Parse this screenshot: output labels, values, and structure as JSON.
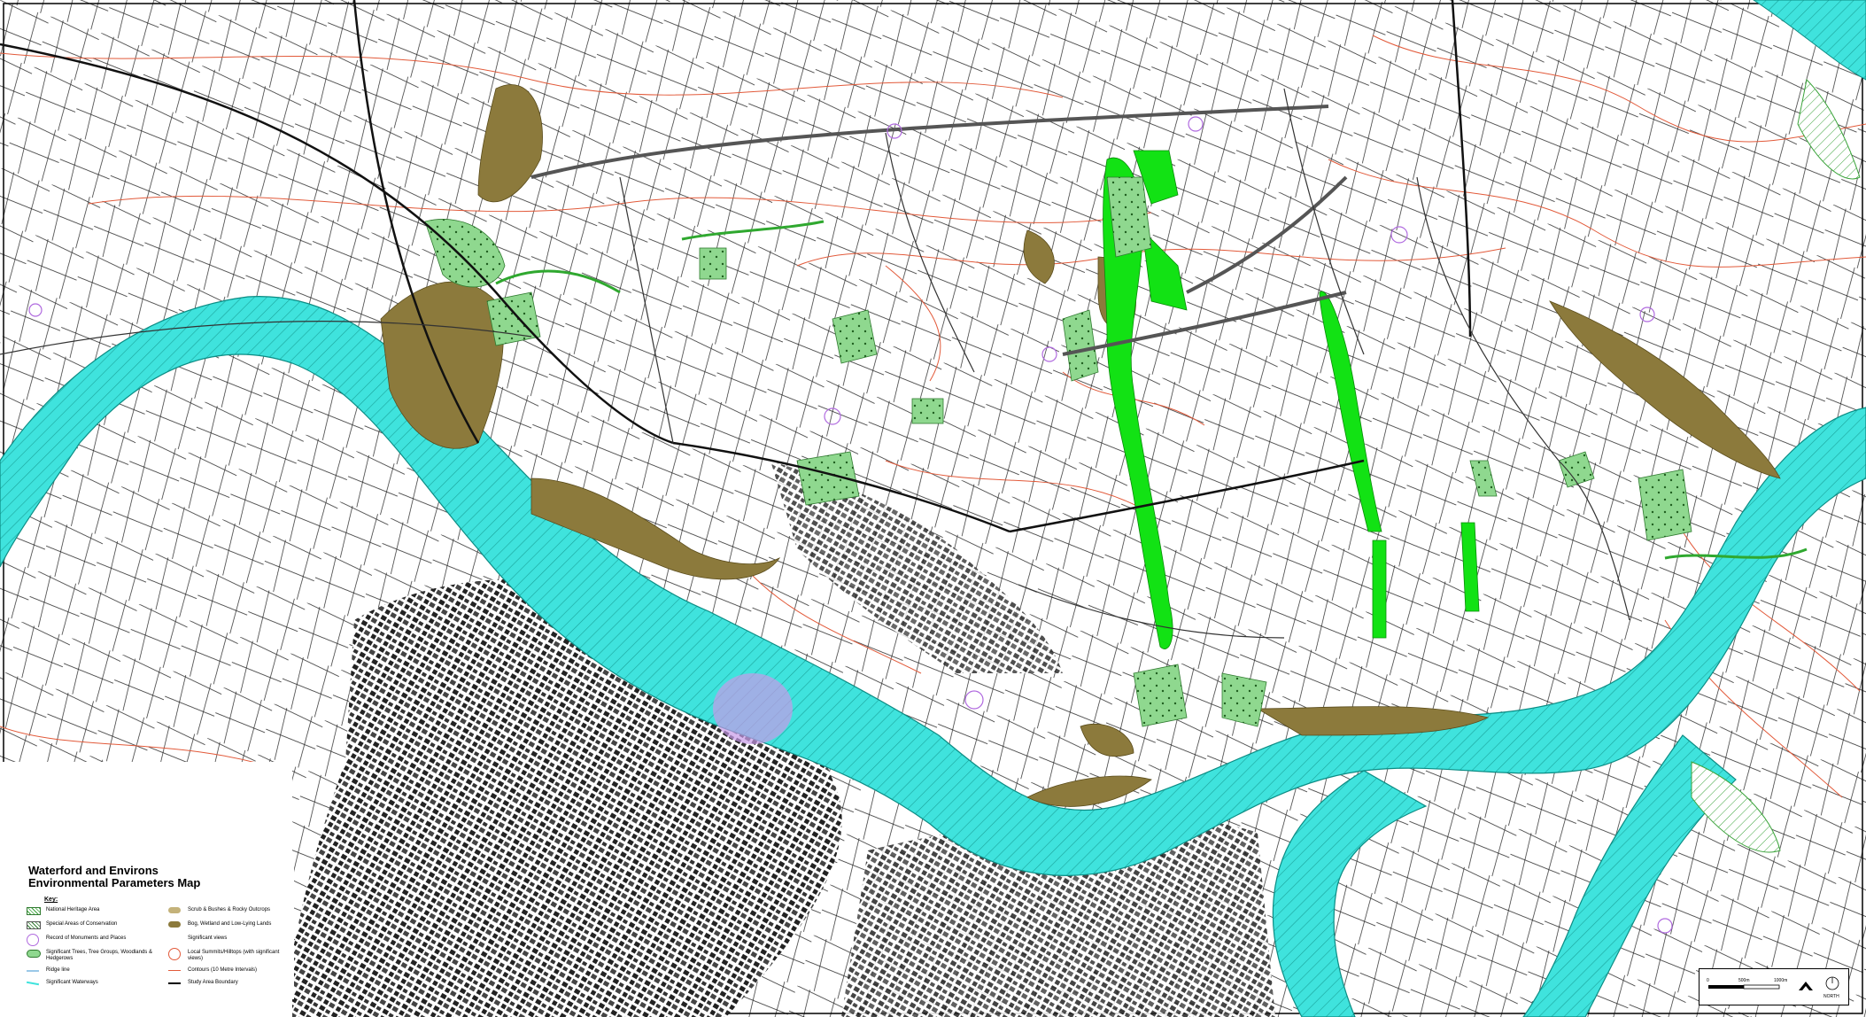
{
  "map": {
    "title_line1": "Waterford and Environs",
    "title_line2": "Environmental Parameters Map",
    "key_heading": "Key:",
    "colors": {
      "river": "#3fe3dd",
      "river_hatch": "#1aa39b",
      "bog": "#8c7a3c",
      "scrub": "#c4b27a",
      "green_corridor": "#12e214",
      "green_area": "#8fd88f",
      "contour": "#e25a3a",
      "monument": "#b06adf",
      "roads": "#111111",
      "ridge": "#9ac8e8"
    },
    "legend_left": [
      {
        "label": "National Heritage Area",
        "icon": "green-hatch-swatch"
      },
      {
        "label": "Special Areas of Conservation",
        "icon": "hatch-swatch"
      },
      {
        "label": "Record of Monuments and Places",
        "icon": "purple-circle-icon"
      },
      {
        "label": "Significant Trees, Tree Groups, Woodlands & Hedgerows",
        "icon": "tree-group-icon"
      },
      {
        "label": "Ridge line",
        "icon": "ridge-line-icon"
      },
      {
        "label": "Significant Waterways",
        "icon": "waterway-line-icon"
      }
    ],
    "legend_right": [
      {
        "label": "Scrub & Bushes & Rocky Outcrops",
        "icon": "scrub-swatch"
      },
      {
        "label": "Bog, Wetland and Low-Lying Lands",
        "icon": "bog-swatch"
      },
      {
        "label": "Significant views",
        "icon": "views-icon"
      },
      {
        "label": "Local Summits/Hilltops (with significant views)",
        "icon": "summit-circle-icon"
      },
      {
        "label": "Contours (10 Metre Intervals)",
        "icon": "contour-line-icon"
      },
      {
        "label": "Study Area Boundary",
        "icon": "boundary-line-icon"
      }
    ],
    "scale": {
      "start": "0",
      "mid": "500m",
      "end": "1000m"
    },
    "north_label": "NORTH"
  }
}
